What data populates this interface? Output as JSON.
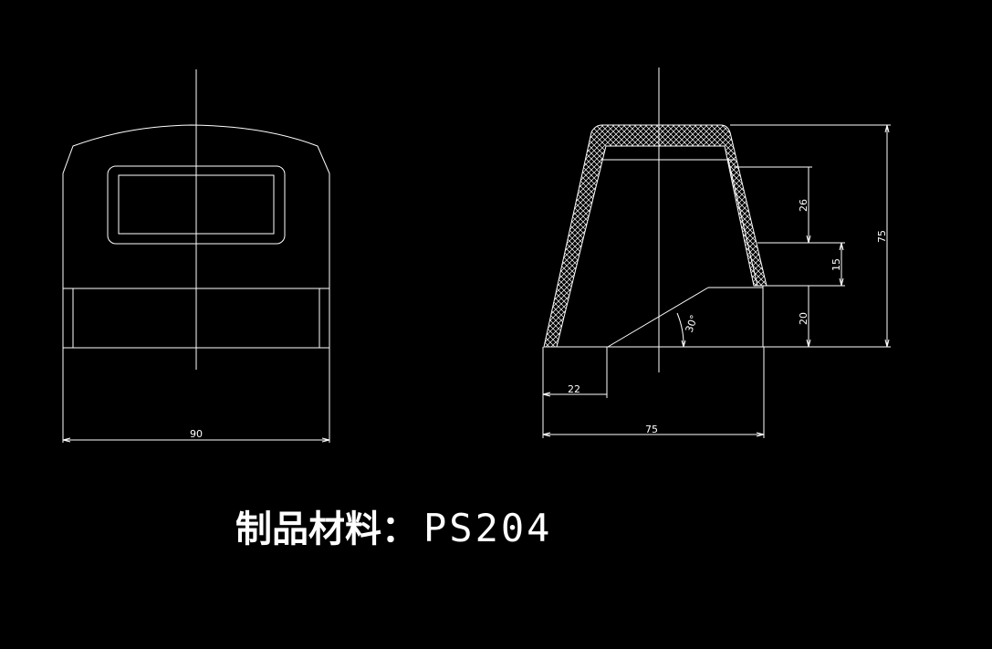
{
  "colors": {
    "background": "#000000",
    "lines": "#ffffff"
  },
  "front_view": {
    "width_dim": "90"
  },
  "side_view": {
    "bottom_dim": "75",
    "offset_dim": "22",
    "height_dims": [
      "26",
      "15",
      "20"
    ],
    "total_height_dim": "75",
    "angle": "30°"
  },
  "material": {
    "label": "制品材料：",
    "value": "PS204"
  }
}
